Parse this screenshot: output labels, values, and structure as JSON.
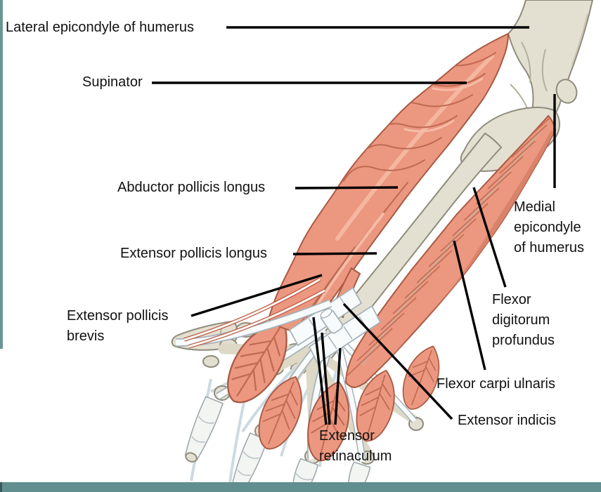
{
  "theme": {
    "background": "#ffffff",
    "bottom-bar": "#618f8f",
    "left-strip": "#6b9595",
    "label-color": "#111111",
    "leader-color": "#000000",
    "muscle": "#ec9780",
    "muscle-outline": "#a85a44",
    "muscle-line": "#c06a52",
    "muscle-highlight": "#f6bca6",
    "bone": "#e3e0d1",
    "bone-outline": "#8f8b7b",
    "tendon": "#f8fbfc",
    "tendon-outline": "#a4b2ba"
  },
  "labels": [
    {
      "id": "lateral-epicondyle-of-humerus",
      "text": "Lateral epicondyle of humerus"
    },
    {
      "id": "supinator",
      "text": "Supinator"
    },
    {
      "id": "abductor-pollicis-longus",
      "text": "Abductor pollicis longus"
    },
    {
      "id": "extensor-pollicis-longus",
      "text": "Extensor pollicis longus"
    },
    {
      "id": "extensor-pollicis-brevis",
      "text": "Extensor pollicis\nbrevis"
    },
    {
      "id": "medial-epicondyle-of-humerus",
      "text": "Medial\nepicondyle\nof humerus"
    },
    {
      "id": "flexor-digitorum-profundus",
      "text": "Flexor\ndigitorum\nprofundus"
    },
    {
      "id": "flexor-carpi-ulnaris",
      "text": "Flexor carpi ulnaris"
    },
    {
      "id": "extensor-indicis",
      "text": "Extensor indicis"
    },
    {
      "id": "extensor-retinaculum",
      "text": "Extensor\nretinaculum"
    }
  ]
}
